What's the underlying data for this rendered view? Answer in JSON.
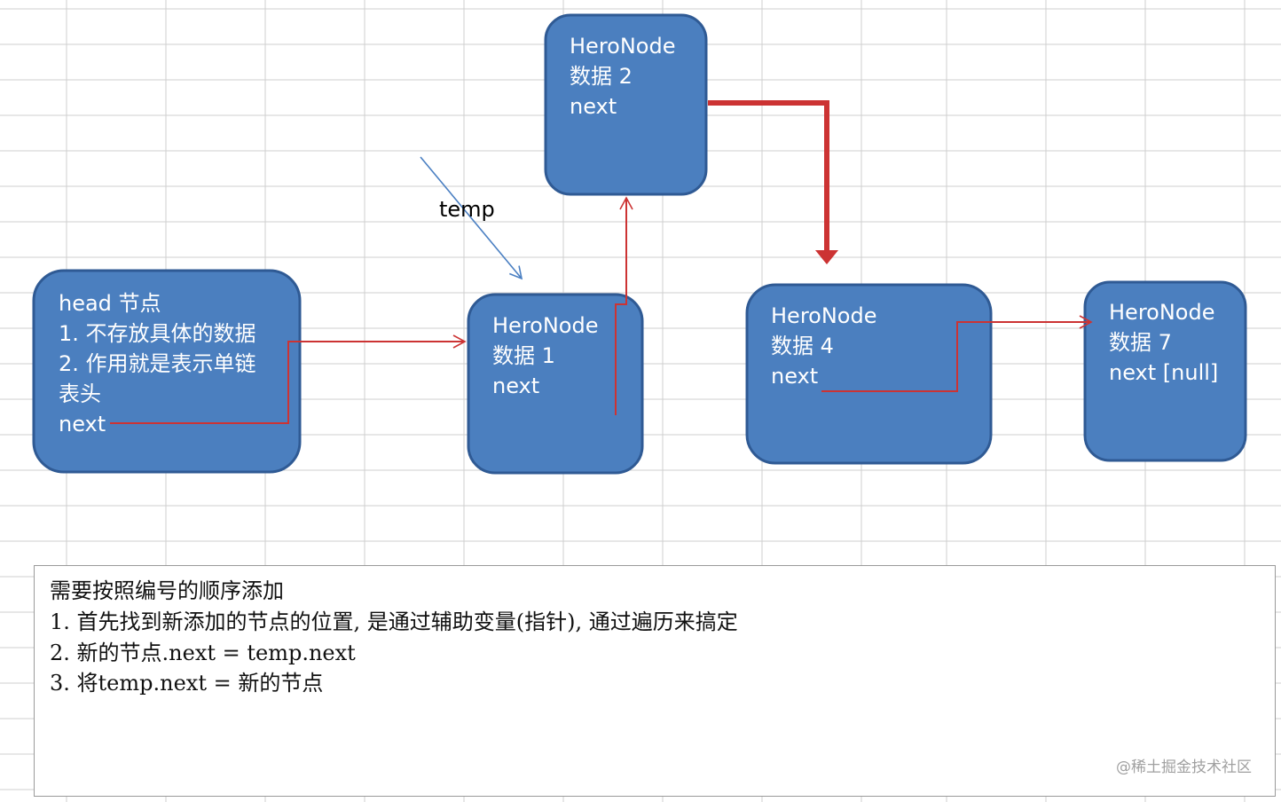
{
  "colors": {
    "node_fill": "#4b7fbf",
    "node_border": "#2f5a94",
    "arrow_red": "#cc3333",
    "arrow_blue": "#4a7fc2",
    "grid": "#cfcfcf"
  },
  "nodes": {
    "head": {
      "lines": [
        "head 节点",
        "1. 不存放具体的数据",
        "2. 作用就是表示单链",
        "表头",
        "next"
      ]
    },
    "node1": {
      "lines": [
        "HeroNode",
        "数据 1",
        "next"
      ]
    },
    "node2": {
      "lines": [
        "HeroNode",
        "数据 2",
        "next"
      ]
    },
    "node4": {
      "lines": [
        "HeroNode",
        "数据 4",
        "next"
      ]
    },
    "node7": {
      "lines": [
        "HeroNode",
        "数据 7",
        "next [null]"
      ]
    }
  },
  "pointer": {
    "label": "temp"
  },
  "notes": {
    "lines": [
      "需要按照编号的顺序添加",
      "1. 首先找到新添加的节点的位置, 是通过辅助变量(指针), 通过遍历来搞定",
      "2. 新的节点.next = temp.next",
      "3. 将temp.next = 新的节点"
    ]
  },
  "watermark": "@稀土掘金技术社区"
}
